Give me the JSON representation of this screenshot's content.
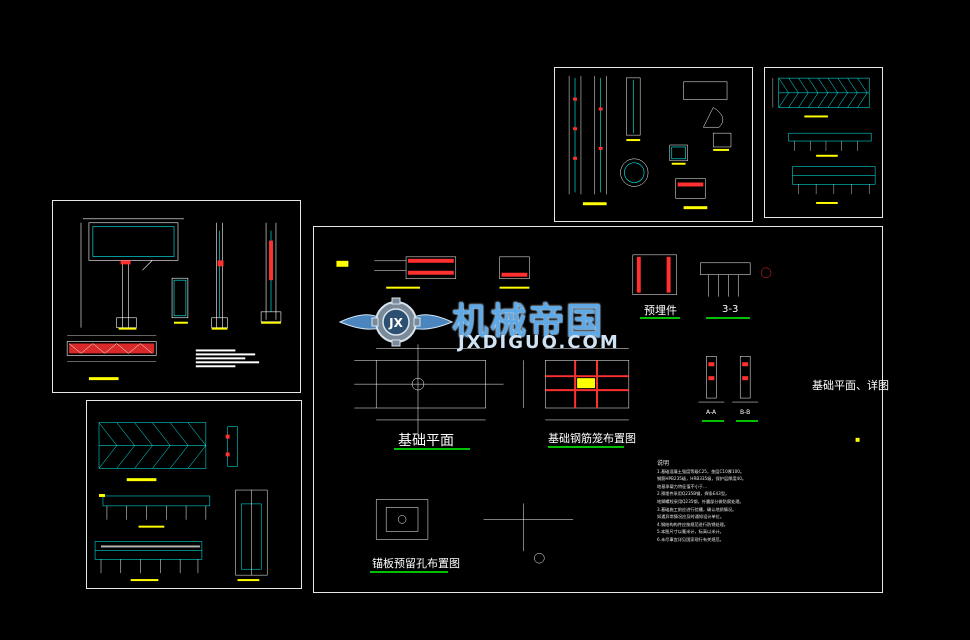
{
  "drawing": {
    "background": "#000000",
    "line_color": "#ffffff",
    "accent_cyan": "#00ffff",
    "accent_red": "#ff3030",
    "accent_yellow": "#ffff00",
    "accent_green": "#00c000"
  },
  "labels": {
    "foundation_plan": "基础平面",
    "foundation_rebar": "基础钢筋笼布置图",
    "embedded_parts": "预埋件",
    "section_3_3": "3-3",
    "foundation_detail_title": "基础平面、详图",
    "anchor_plate": "锚板预留孔布置图",
    "section_a": "A-A",
    "section_b": "B-B"
  },
  "watermark": {
    "title": "机械帝国",
    "domain": "JXDIGUO.COM",
    "badge": "JX"
  },
  "notes": {
    "heading": "说明",
    "lines": [
      "1.基础混凝土强度等级C25，垫层C10厚100。",
      "  钢筋HPB235级，HRB335级，保护层厚度40。",
      "  地基承载力特征值不小于...",
      "2.预埋件采用Q235B钢，焊条E43型。",
      "  地脚螺栓采用Q235钢，外露部分做防腐处理。",
      "3.基础施工前应进行验槽，确认地质情况。",
      "  如遇异常情况应及时通知设计单位。",
      "4.钢结构构件应按规范进行防锈处理。",
      "5.本图尺寸以毫米计，标高以米计。",
      "6.未尽事宜详见国家现行有关规范。"
    ]
  }
}
